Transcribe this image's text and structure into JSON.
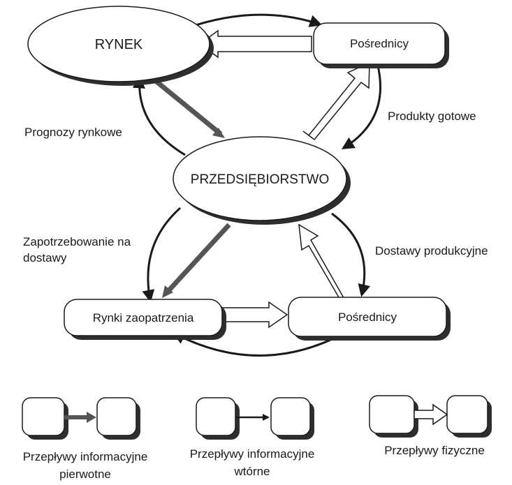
{
  "nodes": {
    "rynek": "RYNEK",
    "posrednicy_top": "Pośrednicy",
    "przedsiebiorstwo": "PRZEDSIĘBIORSTWO",
    "rynki_zaopatrzenia": "Rynki zaopatrzenia",
    "posrednicy_bottom": "Pośrednicy"
  },
  "flow_labels": {
    "prognozy": "Prognozy rynkowe",
    "produkty": "Produkty gotowe",
    "zapotrzebowanie_line1": "Zapotrzebowanie na",
    "zapotrzebowanie_line2": "dostawy",
    "dostawy": "Dostawy produkcyjne"
  },
  "legend": {
    "primary_line1": "Przepływy informacyjne",
    "primary_line2": "pierwotne",
    "secondary_line1": "Przepływy informacyjne",
    "secondary_line2": "wtórne",
    "physical": "Przepływy fizyczne"
  }
}
